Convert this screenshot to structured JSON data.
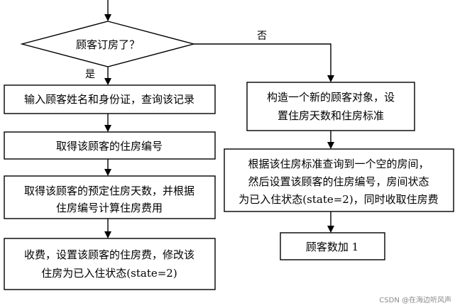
{
  "diagram": {
    "decision": "顾客订房了？",
    "yes_label": "是",
    "no_label": "否",
    "left_steps": [
      {
        "line1": "输入顾客姓名和身份证，查询该记录",
        "line2": ""
      },
      {
        "line1": "取得该顾客的住房编号",
        "line2": ""
      },
      {
        "line1": "取得该顾客的预定住房天数，并根据",
        "line2": "住房编号计算住房费用"
      },
      {
        "line1": "收费，设置该顾客的住房费，修改该",
        "line2": "住房为已入住状态(state=2)"
      }
    ],
    "right_steps": [
      {
        "line1": "构造一个新的顾客对象，设",
        "line2": "置住房天数和住房标准",
        "line3": ""
      },
      {
        "line1": "根据该住房标准查询到一个空的房间，",
        "line2": "然后设置该顾客的住房编号，房间状态",
        "line3": "为已入住状态(state=2)，同时收取住房费"
      },
      {
        "line1": "顾客数加 1",
        "line2": "",
        "line3": ""
      }
    ]
  },
  "watermark": "CSDN @在海边听风声"
}
